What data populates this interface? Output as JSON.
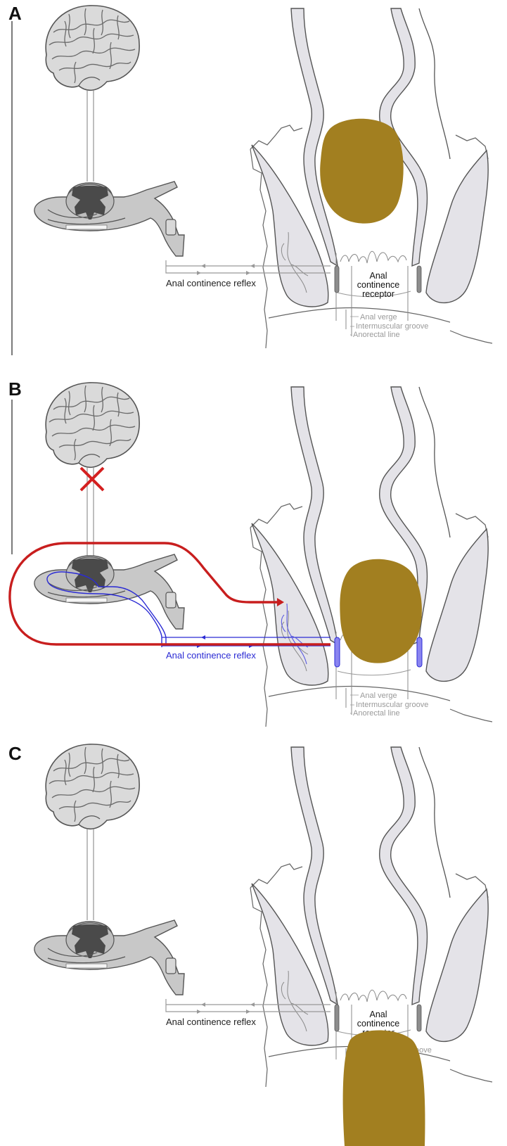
{
  "panels": [
    {
      "label": "A",
      "reflex_label": "Anal continence reflex",
      "receptor_lines": [
        "Anal",
        "continence",
        "receptor"
      ],
      "anatomy_labels": [
        "Anal verge",
        "Intermuscular groove",
        "Anorectal line"
      ],
      "stool_position": "rectal ampulla",
      "brain_link_blocked": false,
      "reflex_active": false
    },
    {
      "label": "B",
      "reflex_label": "Anal continence reflex",
      "receptor_lines": [],
      "anatomy_labels": [
        "Anal verge",
        "Intermuscular groove",
        "Anorectal line"
      ],
      "stool_position": "lower rectum at anal canal",
      "brain_link_blocked": true,
      "blocked_marker": "X",
      "reflex_active": true
    },
    {
      "label": "C",
      "reflex_label": "Anal continence reflex",
      "receptor_lines": [
        "Anal",
        "continence",
        "receptor"
      ],
      "anatomy_labels": [
        "oove"
      ],
      "stool_position": "below anal canal",
      "brain_link_blocked": false,
      "reflex_active": false
    }
  ],
  "colors": {
    "stool": "#a27f20",
    "tissue": "#e4e3e8",
    "outline": "#555555",
    "nerve": "#999999",
    "reflex_active": "#2b2bd4",
    "block_marker": "#d42020",
    "red_pathway": "#c81e1e",
    "sphincter_active": "#8a84f0",
    "sphincter_idle": "#8d8d8d"
  }
}
